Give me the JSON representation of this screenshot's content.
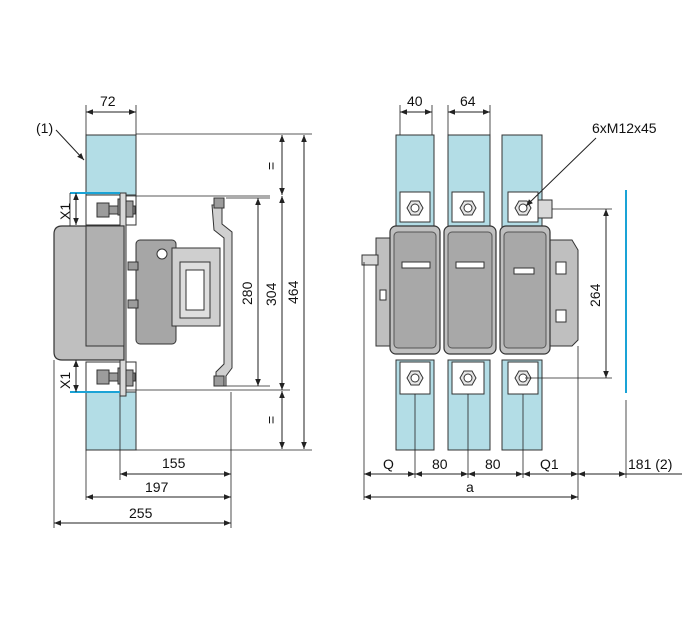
{
  "labels": {
    "w72": "72",
    "note1": "(1)",
    "x1_top": "X1",
    "x1_bottom": "X1",
    "eq_top": "=",
    "eq_bottom": "=",
    "h280": "280",
    "h304": "304",
    "h464": "464",
    "w155": "155",
    "w197": "197",
    "w255": "255",
    "w40": "40",
    "w64": "64",
    "screws": "6xM12x45",
    "h264": "264",
    "q": "Q",
    "p80a": "80",
    "p80b": "80",
    "q1": "Q1",
    "a": "a",
    "r181": "181 (2)"
  },
  "colors": {
    "busbar": "#b3dde6",
    "body": "#bfbfbf",
    "body_dark": "#a6a6a6",
    "accent_line": "#1aa3d6",
    "line": "#222222"
  }
}
